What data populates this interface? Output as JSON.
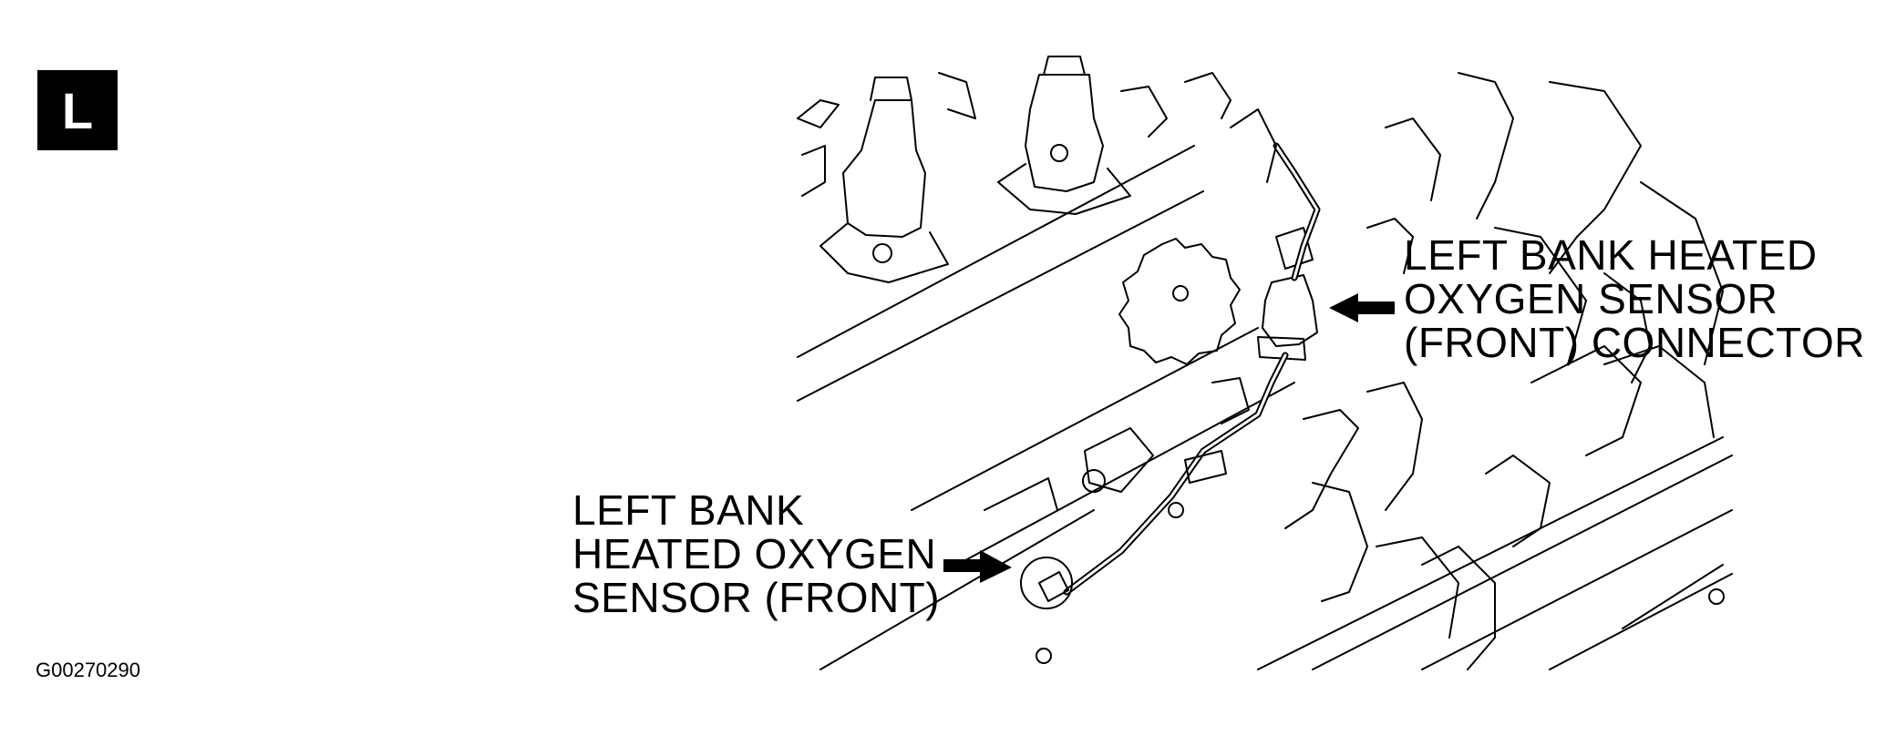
{
  "badge": {
    "letter": "L"
  },
  "figure_id": "G00270290",
  "callouts": {
    "connector": "LEFT BANK HEATED\nOXYGEN SENSOR\n(FRONT) CONNECTOR",
    "sensor": "LEFT BANK\nHEATED OXYGEN\nSENSOR (FRONT)"
  }
}
